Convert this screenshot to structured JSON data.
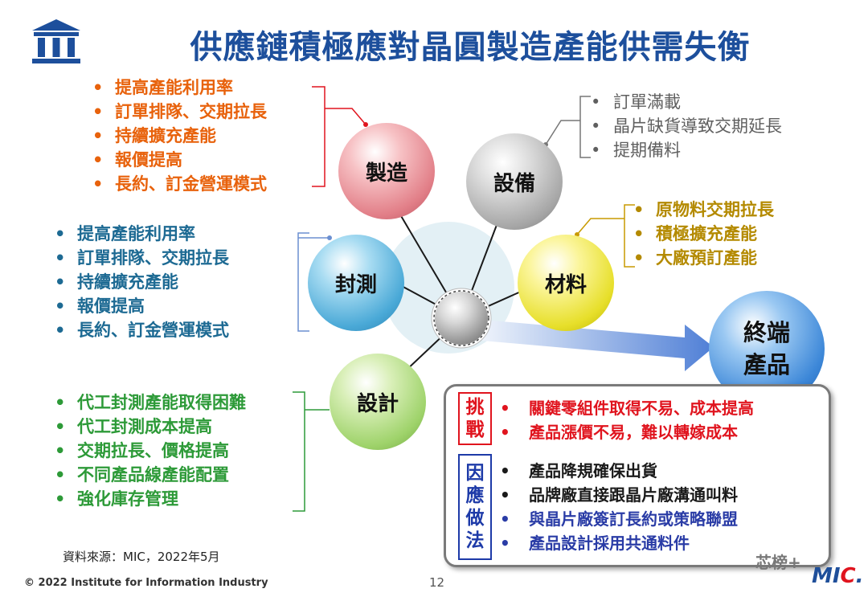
{
  "title": "供應鏈積極應對晶圓製造產能供需失衡",
  "nodes": {
    "make": "製造",
    "equip": "設備",
    "test": "封測",
    "material": "材料",
    "design": "設計",
    "end_line1": "終端",
    "end_line2": "產品"
  },
  "make_items": [
    "提高產能利用率",
    "訂單排隊、交期拉長",
    "持續擴充產能",
    "報價提高",
    "長約、訂金營運模式"
  ],
  "test_items": [
    "提高產能利用率",
    "訂單排隊、交期拉長",
    "持續擴充產能",
    "報價提高",
    "長約、訂金營運模式"
  ],
  "design_items": [
    "代工封測產能取得困難",
    "代工封測成本提高",
    "交期拉長、價格提高",
    "不同產品線產能配置",
    "強化庫存管理"
  ],
  "equip_items": [
    "訂單滿載",
    "晶片缺貨導致交期延長",
    "提期備料"
  ],
  "material_items": [
    "原物料交期拉長",
    "積極擴充產能",
    "大廠預訂產能"
  ],
  "challenge_tag": [
    "挑",
    "戰"
  ],
  "challenge_items": [
    "關鍵零組件取得不易、成本提高",
    "產品漲價不易，難以轉嫁成本"
  ],
  "approach_tag": [
    "因",
    "應",
    "做",
    "法"
  ],
  "approach_items": [
    {
      "text": "產品降規確保出貨",
      "color": "black"
    },
    {
      "text": "品牌廠直接跟晶片廠溝通叫料",
      "color": "black"
    },
    {
      "text": "與晶片廠簽訂長約或策略聯盟",
      "color": "blue"
    },
    {
      "text": "產品設計採用共通料件",
      "color": "blue"
    }
  ],
  "bullet": "•",
  "source": "資料來源：MIC，2022年5月",
  "footer": "© 2022 Institute for Information Industry",
  "page_number": "12",
  "wechat": "芯榜+",
  "brand": {
    "mi": "MI",
    "c": "C",
    "dot": "."
  },
  "colors": {
    "title": "#1d4f9c",
    "make": "#e8620c",
    "test": "#1d6a93",
    "design": "#2d9a38",
    "equip": "#5f5f5f",
    "material": "#b48a00",
    "challenge": "#e0141e",
    "approach": "#2a3ca6"
  }
}
